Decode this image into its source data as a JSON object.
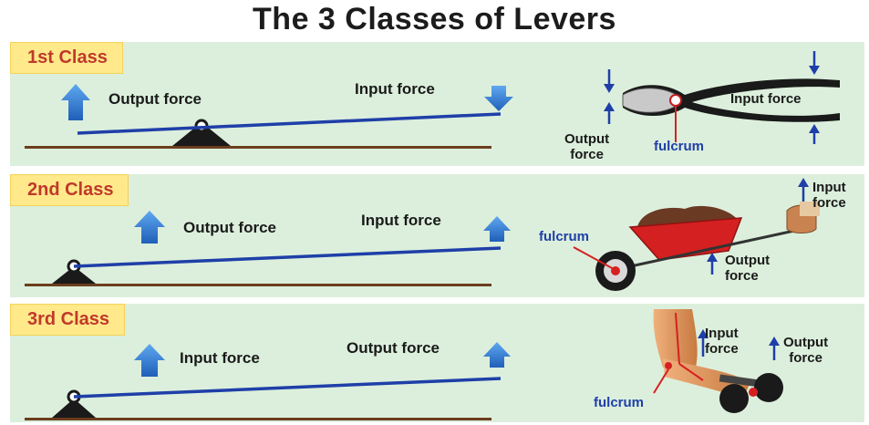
{
  "title": "The 3 Classes of Levers",
  "classes": [
    {
      "name": "1st Class",
      "left_labels": {
        "first": "Output force",
        "second": "Input force"
      },
      "example": "pliers",
      "example_labels": {
        "output": "Output\nforce",
        "fulcrum": "fulcrum",
        "input": "Input force"
      }
    },
    {
      "name": "2nd Class",
      "left_labels": {
        "first": "Output force",
        "second": "Input force"
      },
      "example": "wheelbarrow",
      "example_labels": {
        "fulcrum": "fulcrum",
        "output": "Output\nforce",
        "input": "Input\nforce"
      }
    },
    {
      "name": "3rd Class",
      "left_labels": {
        "first": "Input force",
        "second": "Output force"
      },
      "example": "arm lifting dumbbell",
      "example_labels": {
        "input": "Input\nforce",
        "output": "Output\nforce",
        "fulcrum": "fulcrum"
      }
    }
  ],
  "colors": {
    "panel_bg": "#dcefdc",
    "badge_bg": "#ffe98a",
    "badge_text": "#c0392b",
    "lever_bar": "#1f3fa8",
    "arrow": "#3a7bd5",
    "ground": "#6b3e1e",
    "fulcrum": "#1a1a1a",
    "red": "#d62020"
  }
}
